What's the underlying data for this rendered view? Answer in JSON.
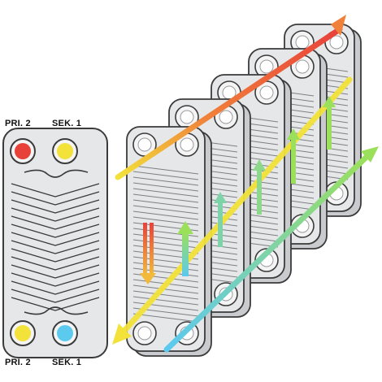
{
  "labels": {
    "top_left": "PRI. 2",
    "top_right": "SEK. 1",
    "bottom_left": "PRI. 2",
    "bottom_right": "SEK. 1"
  },
  "colors": {
    "plate_fill": "#e6e7e9",
    "plate_side": "#c9cbce",
    "plate_stroke": "#3b3b3b",
    "primary_hot": "#e8413a",
    "primary_warm": "#f0813a",
    "primary_cooled": "#f2e23a",
    "secondary_cold": "#5cc9ef",
    "secondary_mid": "#7ed3a8",
    "secondary_warm": "#9be05a"
  }
}
